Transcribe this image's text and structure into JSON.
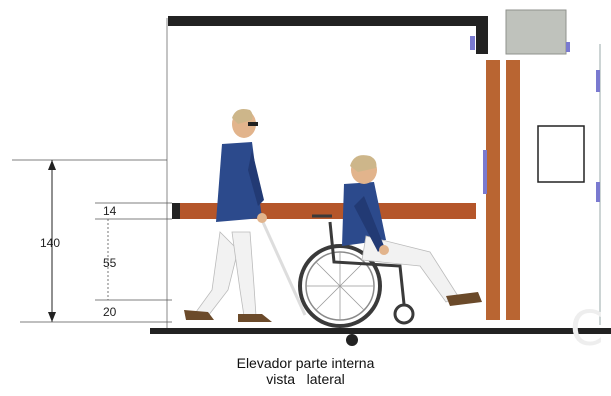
{
  "dimensions": {
    "total": "140",
    "top": "14",
    "middle": "55",
    "bottom": "20"
  },
  "caption": {
    "line1": "Elevador parte interna",
    "line2": "vista   lateral"
  },
  "colors": {
    "wall": "#222222",
    "handrail": "#b5562a",
    "door_panel": "#b96532",
    "jacket": "#2c4a8c",
    "pants": "#f2f2f2",
    "skin": "#e2b48c",
    "hair": "#cdb68a",
    "wheel": "#3a3a3a",
    "stone": "#bfc2bc",
    "accent": "#7a7ad0"
  },
  "icons": [
    "standing-man-with-cane",
    "wheelchair-user",
    "elevator-button-panel"
  ]
}
